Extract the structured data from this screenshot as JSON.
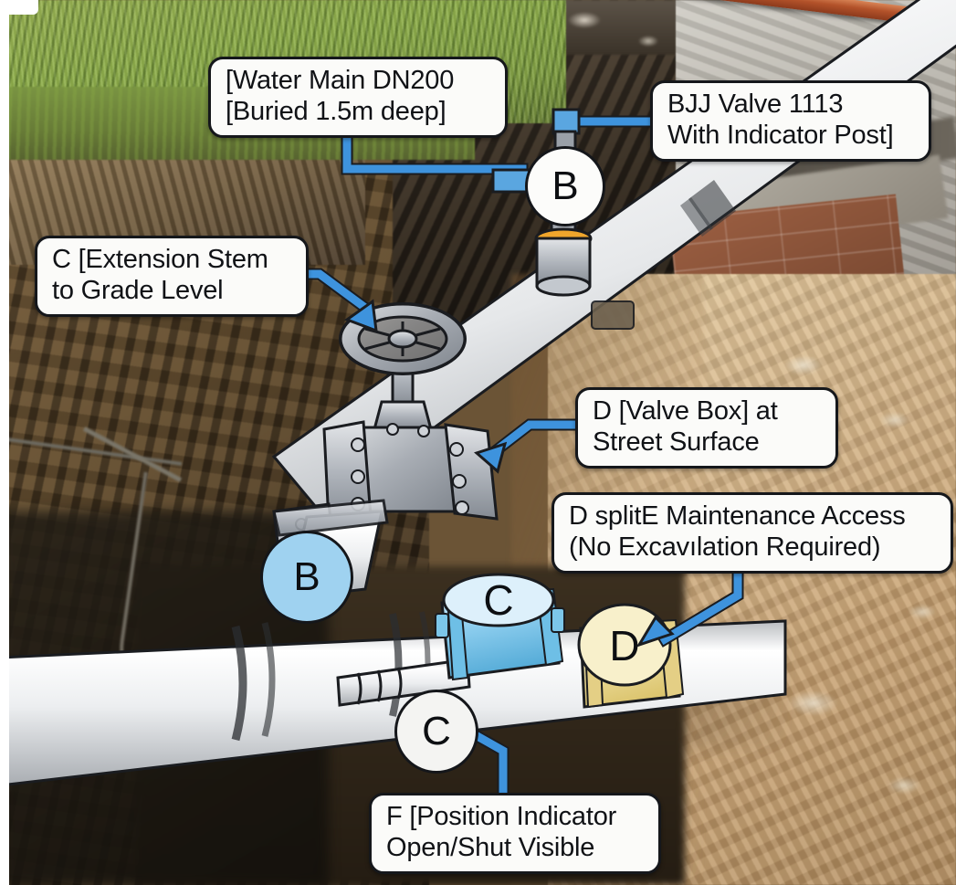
{
  "scene": {
    "title": "Buried water main valve assembly — annotated excavation photo",
    "kind": "annotated-photo-diagram"
  },
  "colors": {
    "callout_fill": "#fbfbf9",
    "callout_border": "#15171b",
    "leader_line": "#3e93dd",
    "marker_blue": "#9fd2f0",
    "marker_white": "#fcfcfa",
    "valve_cyan": "#8fd0ef",
    "valve_yellow": "#f3e7ad",
    "pipe_white": "#e9eaec",
    "copper_pipe": "#b3522a",
    "soil_sand": "#d2b184",
    "soil_dark": "#5a4529",
    "grass": "#8fae4c"
  },
  "callouts": [
    {
      "id": "water-main",
      "text": "[Water Main DN200\n[Buried 1.5m deep]"
    },
    {
      "id": "bjj-valve",
      "text": "BJJ Valve 1113\nWith Indicator Post]"
    },
    {
      "id": "extension-stem",
      "text": "C [Extension Stem\nto Grade Level"
    },
    {
      "id": "valve-box",
      "text": "D [Valve Box] at\nStreet Surface"
    },
    {
      "id": "maintenance-access",
      "text": "D splitE Maintenance Access\n(No Excavılation Required)"
    },
    {
      "id": "position-indicator",
      "text": "F [Position Indicator\nOpen/Shut Visible"
    }
  ],
  "markers": [
    {
      "id": "b-top",
      "letter": "B",
      "fill": "white"
    },
    {
      "id": "b-lower",
      "letter": "B",
      "fill": "light-blue"
    },
    {
      "id": "c-valve",
      "letter": "C",
      "fill": "pale-cyan"
    },
    {
      "id": "c-lower",
      "letter": "C",
      "fill": "white"
    },
    {
      "id": "d-valve",
      "letter": "D",
      "fill": "pale-yellow"
    }
  ]
}
